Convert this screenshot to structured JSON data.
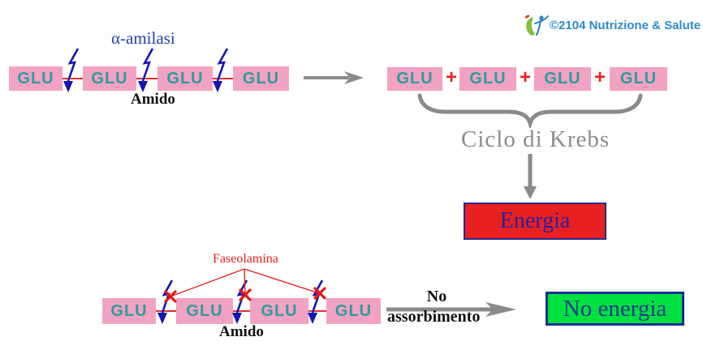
{
  "watermark": {
    "text": "©2104 Nutrizione & Salute",
    "icon": "nutrizione-salute-logo",
    "color": "#2E8BC9"
  },
  "digestion": {
    "enzyme": "α-amilasi",
    "substrate": "Amido",
    "chain_units": [
      "GLU",
      "GLU",
      "GLU",
      "GLU"
    ]
  },
  "products": {
    "units": [
      "GLU",
      "GLU",
      "GLU",
      "GLU"
    ],
    "plus_sign": "+"
  },
  "krebs": {
    "label": "Ciclo di Krebs"
  },
  "energy": {
    "label": "Energia",
    "fill": "#E82020",
    "border": "#28288A"
  },
  "inhibition": {
    "inhibitor": "Faseolamina",
    "substrate": "Amido",
    "chain_units": [
      "GLU",
      "GLU",
      "GLU",
      "GLU"
    ],
    "arrow_label_line1": "No",
    "arrow_label_line2": "assorbimento"
  },
  "no_energy": {
    "label": "No energia",
    "fill": "#00E141",
    "border": "#1A2F8F"
  },
  "palette": {
    "unit_box": "#F2A2C2",
    "unit_text": "#2E9B9B",
    "bolt": "#1515B0",
    "red_accent": "#E62020",
    "gray_arrow": "#8A8A8A"
  }
}
